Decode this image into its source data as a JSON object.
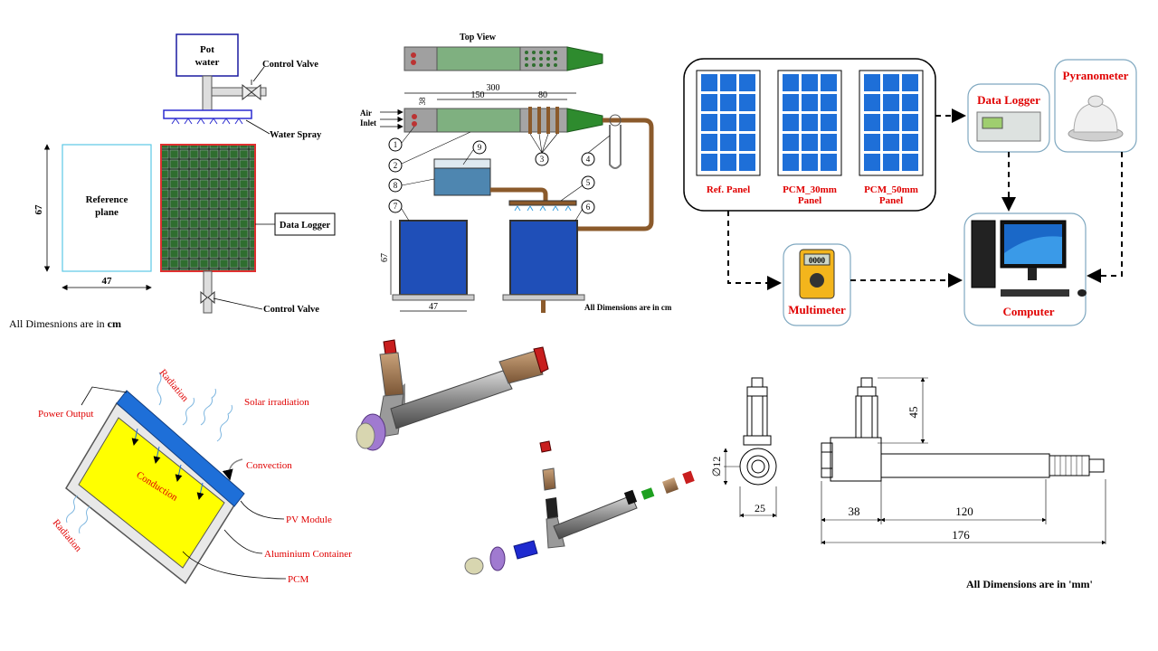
{
  "panel_a": {
    "pot_water": "Pot water",
    "pot_water_l1": "Pot",
    "pot_water_l2": "water",
    "control_valve_top": "Control Valve",
    "water_spray": "Water Spray",
    "reference_plane_l1": "Reference",
    "reference_plane_l2": "plane",
    "height": "67",
    "width": "47",
    "data_logger": "Data Logger",
    "control_valve_bottom": "Control Valve",
    "note_prefix": "All Dimesnions are in ",
    "note_unit": "cm"
  },
  "panel_b": {
    "top_view": "Top View",
    "air_inlet_l1": "Air",
    "air_inlet_l2": "Inlet",
    "dim_300": "300",
    "dim_38": "38",
    "dim_150": "150",
    "dim_80": "80",
    "dim_67": "67",
    "dim_47": "47",
    "callouts": [
      "1",
      "2",
      "3",
      "4",
      "5",
      "6",
      "7",
      "8",
      "9"
    ],
    "note": "All Dimensions are in cm"
  },
  "panel_c": {
    "ref_panel": "Ref. Panel",
    "pcm30_l1": "PCM_30mm",
    "pcm30_l2": "Panel",
    "pcm50_l1": "PCM_50mm",
    "pcm50_l2": "Panel",
    "data_logger": "Data Logger",
    "pyranometer": "Pyranometer",
    "multimeter": "Multimeter",
    "computer": "Computer",
    "multimeter_reading": "0000"
  },
  "panel_d": {
    "radiation_top": "Radiation",
    "solar_irradiation": "Solar irradiation",
    "power_output": "Power Output",
    "convection": "Convection",
    "conduction": "Conduction",
    "radiation_bottom": "Radiation",
    "pv_module": "PV Module",
    "aluminium_container": "Aluminium  Container",
    "pcm": "PCM"
  },
  "panel_f": {
    "dim_45": "45",
    "dim_dia": "∅12",
    "dim_25": "25",
    "dim_38": "38",
    "dim_120": "120",
    "dim_176": "176",
    "note": "All Dimensions are in 'mm'"
  },
  "colors": {
    "blue_panel": "#1f4fb8",
    "tunnel_green": "#7fb080",
    "pipe_brown": "#8b5a2b",
    "pcm_yellow": "#ffff00",
    "pv_blue": "#1e6fd8",
    "label_red": "#e00000"
  }
}
